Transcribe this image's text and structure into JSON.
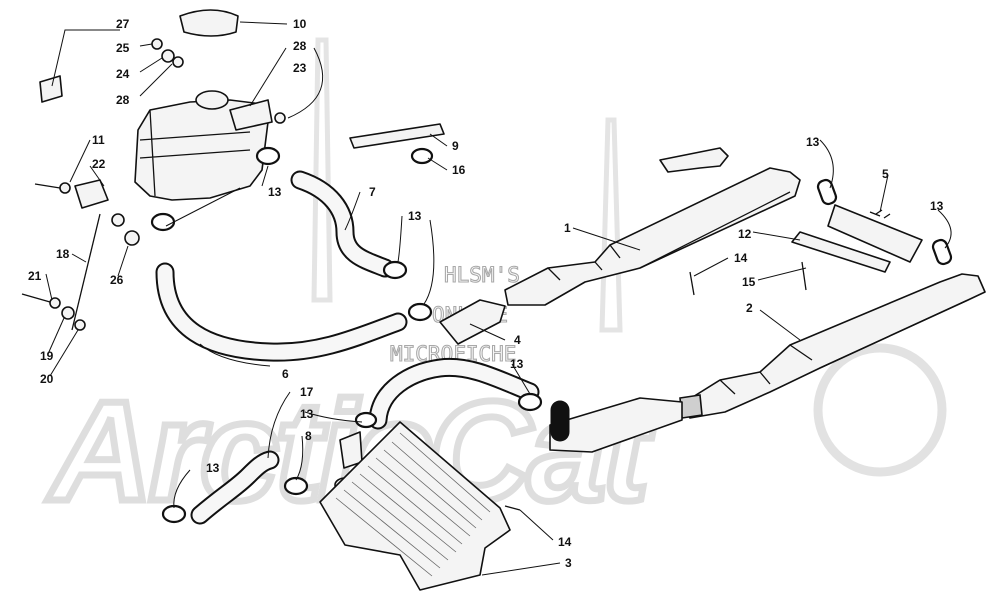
{
  "watermark": {
    "brand": "ArcticCat",
    "lines": [
      "HLSM'S",
      "ONLINE",
      "MICROFICHE"
    ]
  },
  "callouts": [
    {
      "id": "c27",
      "text": "27"
    },
    {
      "id": "c25",
      "text": "25"
    },
    {
      "id": "c24",
      "text": "24"
    },
    {
      "id": "c28a",
      "text": "28"
    },
    {
      "id": "c28b",
      "text": "28"
    },
    {
      "id": "c23",
      "text": "23"
    },
    {
      "id": "c10",
      "text": "10"
    },
    {
      "id": "c9",
      "text": "9"
    },
    {
      "id": "c16",
      "text": "16"
    },
    {
      "id": "c11",
      "text": "11"
    },
    {
      "id": "c22",
      "text": "22"
    },
    {
      "id": "c13a",
      "text": "13"
    },
    {
      "id": "c7",
      "text": "7"
    },
    {
      "id": "c13b",
      "text": "13"
    },
    {
      "id": "c18",
      "text": "18"
    },
    {
      "id": "c26",
      "text": "26"
    },
    {
      "id": "c21",
      "text": "21"
    },
    {
      "id": "c19",
      "text": "19"
    },
    {
      "id": "c20",
      "text": "20"
    },
    {
      "id": "c6",
      "text": "6"
    },
    {
      "id": "c1",
      "text": "1"
    },
    {
      "id": "c13c",
      "text": "13"
    },
    {
      "id": "c5",
      "text": "5"
    },
    {
      "id": "c13d",
      "text": "13"
    },
    {
      "id": "c12",
      "text": "12"
    },
    {
      "id": "c14a",
      "text": "14"
    },
    {
      "id": "c15",
      "text": "15"
    },
    {
      "id": "c2",
      "text": "2"
    },
    {
      "id": "c4",
      "text": "4"
    },
    {
      "id": "c13e",
      "text": "13"
    },
    {
      "id": "c17",
      "text": "17"
    },
    {
      "id": "c13f",
      "text": "13"
    },
    {
      "id": "c8",
      "text": "8"
    },
    {
      "id": "c13g",
      "text": "13"
    },
    {
      "id": "c14b",
      "text": "14"
    },
    {
      "id": "c3",
      "text": "3"
    }
  ]
}
